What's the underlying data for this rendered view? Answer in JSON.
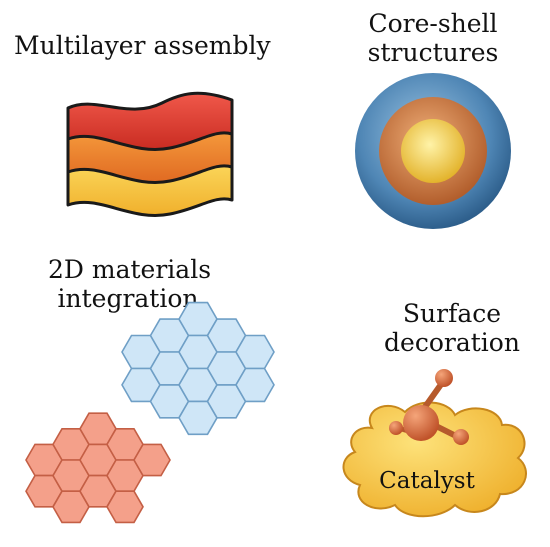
{
  "panels": {
    "multilayer": {
      "title": "Multilayer assembly"
    },
    "core_shell": {
      "title_line1": "Core-shell",
      "title_line2": "structures"
    },
    "two_d": {
      "title_line1": "2D materials",
      "title_line2": "integration"
    },
    "surface": {
      "title_line1": "Surface",
      "title_line2": "decoration",
      "catalyst_label": "Catalyst"
    }
  },
  "colors": {
    "layer_top": "#e03a2c",
    "layer_mid": "#ee7a2a",
    "layer_bottom": "#f5c23c",
    "shell_outer": "#4f86b5",
    "shell_middle": "#c9773f",
    "core": "#f2d24a",
    "hex_blue": "#cfe6f7",
    "hex_orange": "#f4a08a",
    "catalyst": "#f3c64a",
    "particle": "#d96b3a"
  }
}
